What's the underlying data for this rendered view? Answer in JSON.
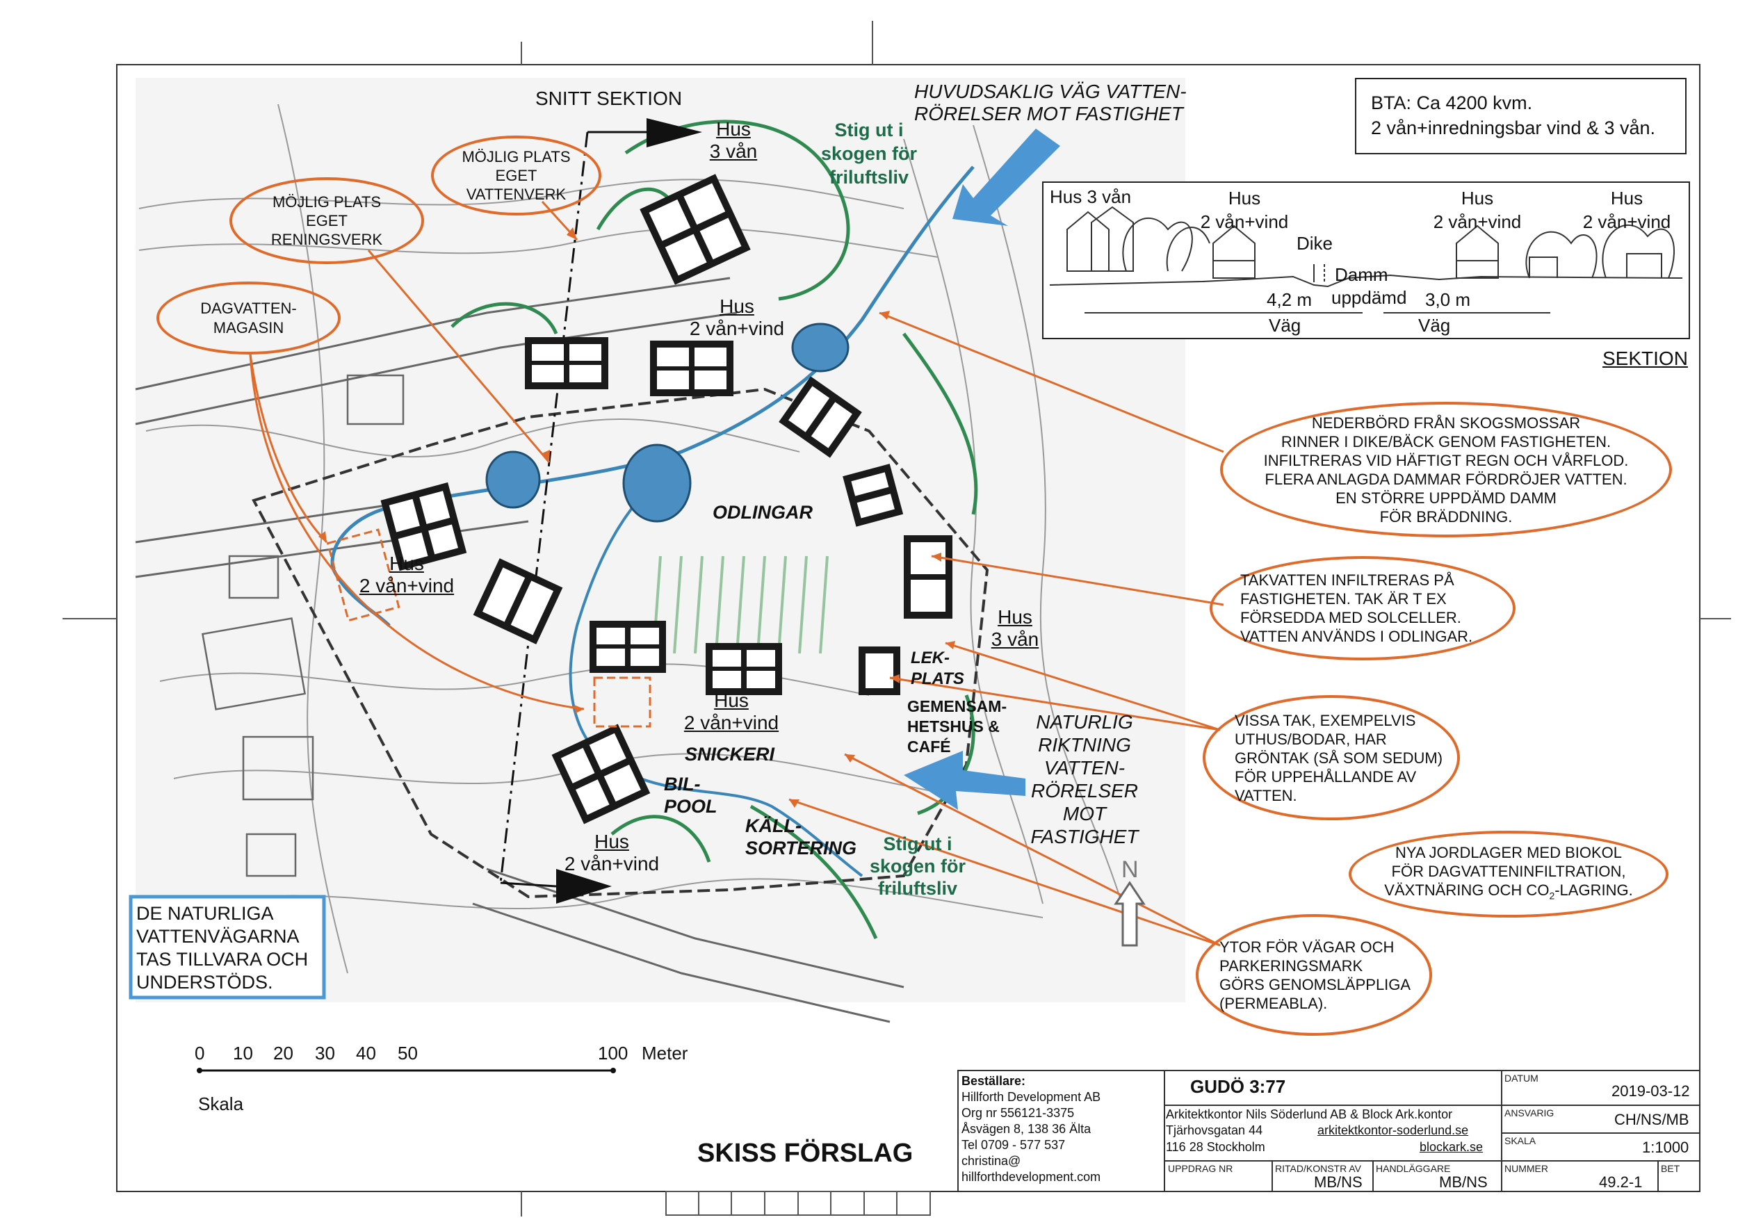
{
  "header": {
    "snitt_sektion": "SNITT SEKTION",
    "huvud_flow": [
      "HUVUDSAKLIG VÄG VATTEN-",
      "RÖRELSER MOT FASTIGHET"
    ],
    "bta": [
      "BTA: Ca 4200 kvm.",
      "2 vån+inredningsbar vind & 3 vån."
    ]
  },
  "section": {
    "title": "SEKTION",
    "labels": {
      "hus3": "Hus 3 vån",
      "hus_a1": "Hus",
      "hus_a2": "2 vån+vind",
      "hus_b1": "Hus",
      "hus_b2": "2 vån+vind",
      "hus_c1": "Hus",
      "hus_c2": "2 vån+vind",
      "dike": "Dike",
      "damm": "Damm",
      "uppdamd": "uppdämd",
      "w1": "4,2 m",
      "w2": "3,0 m",
      "vag1": "Väg",
      "vag2": "Väg"
    }
  },
  "map_labels": {
    "hus_top_1": "Hus",
    "hus_top_2": "3 vån",
    "hus_mid_1": "Hus",
    "hus_mid_2": "2 vån+vind",
    "hus_left_1": "Hus",
    "hus_left_2": "2 vån+vind",
    "hus_right_1": "Hus",
    "hus_right_2": "3 vån",
    "hus_center_1": "Hus",
    "hus_center_2": "2 vån+vind",
    "hus_bottom_1": "Hus",
    "hus_bottom_2": "2 vån+vind",
    "odlingar": "ODLINGAR",
    "snickeri": "SNICKERI",
    "bilpool": [
      "BIL-",
      "POOL"
    ],
    "kall": [
      "KÄLL-",
      "SORTERING"
    ],
    "lek": [
      "LEK-",
      "PLATS"
    ],
    "gemensam": [
      "GEMENSAM-",
      "HETSHUS &",
      "CAFÉ"
    ],
    "stig_top": [
      "Stig ut i",
      "skogen för",
      "friluftsliv"
    ],
    "stig_bottom": [
      "Stig ut i",
      "skogen för",
      "friluftsliv"
    ],
    "naturlig": [
      "NATURLIG",
      "RIKTNING",
      "VATTEN-",
      "RÖRELSER",
      "MOT",
      "FASTIGHET"
    ],
    "north": "N"
  },
  "callouts": {
    "vattenverk": [
      "MÖJLIG PLATS",
      "EGET",
      "VATTENVERK"
    ],
    "reningsverk": [
      "MÖJLIG PLATS",
      "EGET",
      "RENINGSVERK"
    ],
    "dagvatten": [
      "DAGVATTEN-",
      "MAGASIN"
    ],
    "nederbord": [
      "NEDERBÖRD FRÅN SKOGSMOSSAR",
      "RINNER I DIKE/BÄCK GENOM FASTIGHETEN.",
      "INFILTRERAS VID HÄFTIGT REGN OCH VÅRFLOD.",
      "FLERA ANLAGDA DAMMAR FÖRDRÖJER VATTEN.",
      "EN STÖRRE UPPDÄMD DAMM",
      "FÖR BRÄDDNING."
    ],
    "takvatten": [
      "TAKVATTEN INFILTRERAS PÅ",
      "FASTIGHETEN. TAK ÄR T EX",
      "FÖRSEDDA MED SOLCELLER.",
      "VATTEN ANVÄNDS I ODLINGAR."
    ],
    "vissa_tak": [
      "VISSA TAK, EXEMPELVIS",
      "UTHUS/BODAR, HAR",
      "GRÖNTAK (SÅ SOM SEDUM)",
      "FÖR UPPEHÅLLANDE AV",
      "VATTEN."
    ],
    "jordlager_1": "NYA JORDLAGER MED BIOKOL",
    "jordlager_2": "FÖR DAGVATTENINFILTRATION,",
    "jordlager_3a": "VÄXTNÄRING OCH CO",
    "jordlager_3sub": "2",
    "jordlager_3b": "-LAGRING.",
    "ytor": [
      "YTOR FÖR VÄGAR OCH",
      "PARKERINGSMARK",
      "GÖRS GENOMSLÄPPLIGA",
      "(PERMEABLA)."
    ]
  },
  "legend_box": [
    "DE NATURLIGA",
    "VATTENVÄGARNA",
    "TAS TILLVARA OCH",
    "UNDERSTÖDS."
  ],
  "scale": {
    "ticks": [
      "0",
      "10",
      "20",
      "30",
      "40",
      "50",
      "100"
    ],
    "unit": "Meter",
    "label": "Skala"
  },
  "title": "SKISS FÖRSLAG",
  "title_block": {
    "client_heading": "Beställare:",
    "client_lines": [
      "Hillforth Development AB",
      "Org nr 556121-3375",
      "Åsvägen 8, 138 36 Älta",
      "Tel 0709 - 577 537",
      "christina@",
      "hillforthdevelopment.com"
    ],
    "project": "GUDÖ 3:77",
    "firm": "Arkitektkontor Nils Söderlund AB & Block Ark.kontor",
    "addr1": "Tjärhovsgatan 44",
    "addr2": "116 28 Stockholm",
    "web1": "arkitektkontor-soderlund.se",
    "web2": "blockark.se",
    "datum_label": "DATUM",
    "datum": "2019-03-12",
    "ansvarig_label": "ANSVARIG",
    "ansvarig": "CH/NS/MB",
    "skala_label": "SKALA",
    "skala": "1:1000",
    "uppdrag_label": "UPPDRAG NR",
    "ritad_label": "RITAD/KONSTR AV",
    "ritad": "MB/NS",
    "handl_label": "HANDLÄGGARE",
    "handl": "MB/NS",
    "nummer_label": "NUMMER",
    "nummer": "49.2-1",
    "bet_label": "BET"
  },
  "colors": {
    "orange": "#e06a2a",
    "blue": "#4d96d4",
    "green": "#1e6b4a",
    "water": "#3b86b8"
  }
}
